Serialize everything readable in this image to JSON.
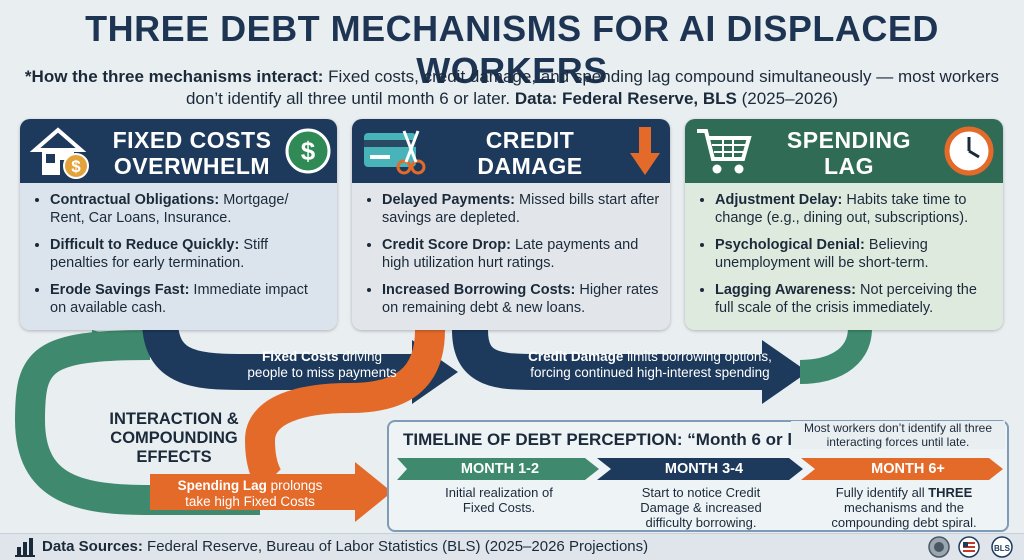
{
  "title": "THREE DEBT MECHANISMS FOR AI DISPLACED WORKERS",
  "subtitle": {
    "lead": "*How the three mechanisms interact:",
    "text": " Fixed costs, credit damage, and spending lag compound simultaneously — most workers don’t identify all three until month 6 or later. ",
    "data_label": "Data: Federal Reserve, BLS",
    "years": " (2025–2026)"
  },
  "cards": [
    {
      "title": "FIXED COSTS OVERWHELM",
      "icons": [
        "house-dollar-icon",
        "dollar-coin-icon"
      ],
      "items": [
        {
          "term": "Contractual Obligations:",
          "text": " Mortgage/ Rent, Car Loans, Insurance."
        },
        {
          "term": "Difficult to Reduce Quickly:",
          "text": " Stiff penalties for early termination."
        },
        {
          "term": "Erode Savings Fast:",
          "text": " Immediate impact on available cash."
        }
      ]
    },
    {
      "title": "CREDIT DAMAGE AMPLIFIES",
      "icons": [
        "cut-credit-card-icon",
        "down-arrow-icon"
      ],
      "items": [
        {
          "term": "Delayed Payments:",
          "text": " Missed bills start after savings are depleted."
        },
        {
          "term": "Credit Score Drop:",
          "text": " Late payments and high utilization hurt ratings."
        },
        {
          "term": "Increased Borrowing Costs:",
          "text": " Higher rates on remaining debt & new loans."
        }
      ]
    },
    {
      "title": "SPENDING LAG COMPOUNDS",
      "icons": [
        "shopping-cart-icon",
        "clock-icon"
      ],
      "items": [
        {
          "term": "Adjustment Delay:",
          "text": " Habits take time to change (e.g., dining out, subscriptions)."
        },
        {
          "term": "Psychological Denial:",
          "text": " Believing unemployment will be short-term."
        },
        {
          "term": "Lagging Awareness:",
          "text": " Not perceiving the full scale of the crisis immediately."
        }
      ]
    }
  ],
  "flows": {
    "fixed": {
      "term": "Fixed Costs",
      "text1": " driving",
      "text2": "people to miss payments"
    },
    "credit": {
      "term": "Credit Damage",
      "text1": " limits borrowing options,",
      "text2": "forcing continued high-interest spending"
    },
    "spending": {
      "term": "Spending Lag",
      "text1": " prolongs",
      "text2": "take high Fixed Costs"
    }
  },
  "interaction_label": "INTERACTION & COMPOUNDING EFFECTS",
  "timeline": {
    "title": "TIMELINE OF DEBT PERCEPTION: “Month 6 or later”",
    "note": "Most workers don’t identify all three interacting forces until late.",
    "phases": [
      {
        "label": "MONTH 1-2",
        "desc": "Initial realization of Fixed Costs."
      },
      {
        "label": "MONTH 3-4",
        "desc": "Start to notice Credit Damage & increased difficulty borrowing."
      },
      {
        "label": "MONTH 6+",
        "desc_pre": "Fully identify all ",
        "desc_strong": "THREE",
        "desc_post": " mechanisms and the compounding debt spiral."
      }
    ]
  },
  "footer": {
    "label": "Data Sources:",
    "text": " Federal Reserve, Bureau of Labor Statistics (BLS) (2025–2026 Projections)",
    "bls": "BLS"
  },
  "colors": {
    "navy": "#1d3a5c",
    "green": "#2f6b55",
    "orange": "#e46a2a",
    "teal": "#3f8a6e"
  }
}
